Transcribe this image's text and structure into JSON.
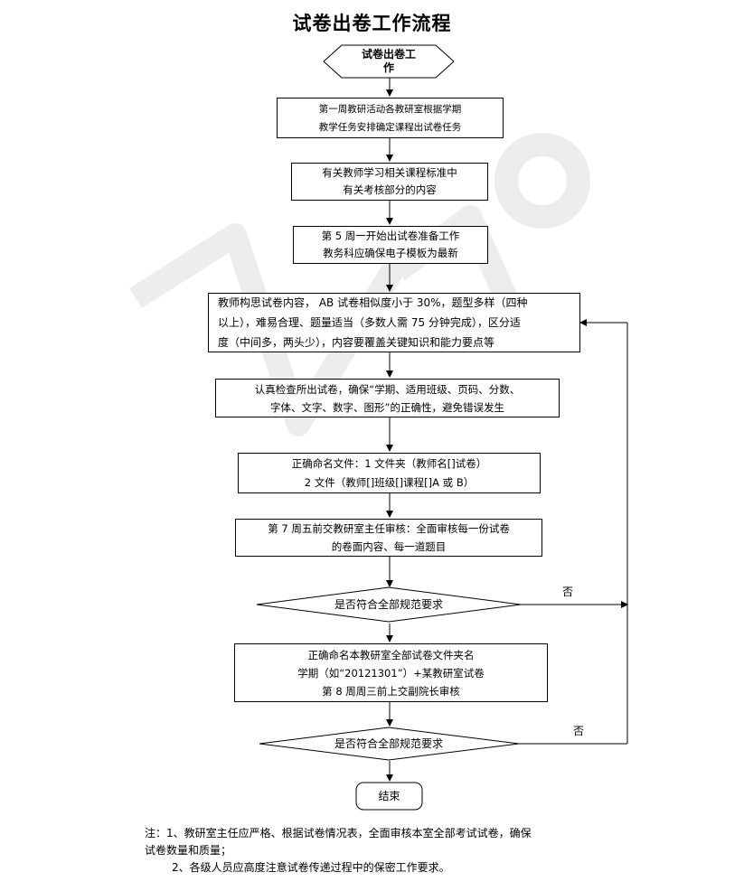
{
  "title": "试卷出卷工作流程",
  "start": {
    "line1": "试卷出卷工",
    "line2": "作"
  },
  "steps": [
    {
      "lines": [
        "第一周教研活动各教研室根据学期",
        "教学任务安排确定课程出试卷任务"
      ]
    },
    {
      "lines": [
        "有关教师学习相关课程标准中",
        "有关考核部分的内容"
      ]
    },
    {
      "lines": [
        "第 5 周一开始出试卷准备工作",
        "教务科应确保电子模板为最新"
      ]
    },
    {
      "lines": [
        "教师构思试卷内容， AB 试卷相似度小于 30%，题型多样（四种",
        "以上），难易合理、题量适当（多数人需 75 分钟完成），区分适",
        "度（中间多，两头少），内容要覆盖关键知识和能力要点等"
      ]
    },
    {
      "lines": [
        "认真检查所出试卷，确保“学期、适用班级、页码、分数、",
        "字体、文字、数字、图形”的正确性，避免错误发生"
      ]
    },
    {
      "lines": [
        "正确命名文件：1 文件夹（教师名[]试卷）",
        "2 文件（教师[]班级[]课程[]A 或 B）"
      ]
    },
    {
      "lines": [
        "第 7 周五前交教研室主任审核：全面审核每一份试卷",
        "的卷面内容、每一道题目"
      ]
    }
  ],
  "decision1": {
    "text": "是否符合全部规范要求",
    "no_label": "否"
  },
  "step_after": {
    "lines": [
      "正确命名本教研室全部试卷文件夹名",
      "学期（如“20121301”）+某教研室试卷",
      "第 8 周周三前上交副院长审核"
    ]
  },
  "decision2": {
    "text": "是否符合全部规范要求",
    "no_label": "否"
  },
  "end": "结束",
  "notes": {
    "line1": "注：1、教研室主任应严格、根据试卷情况表，全面审核本室全部考试试卷，确保",
    "line2": "试卷数量和质量；",
    "line3": "2、各级人员应高度注意试卷传递过程中的保密工作要求。"
  }
}
